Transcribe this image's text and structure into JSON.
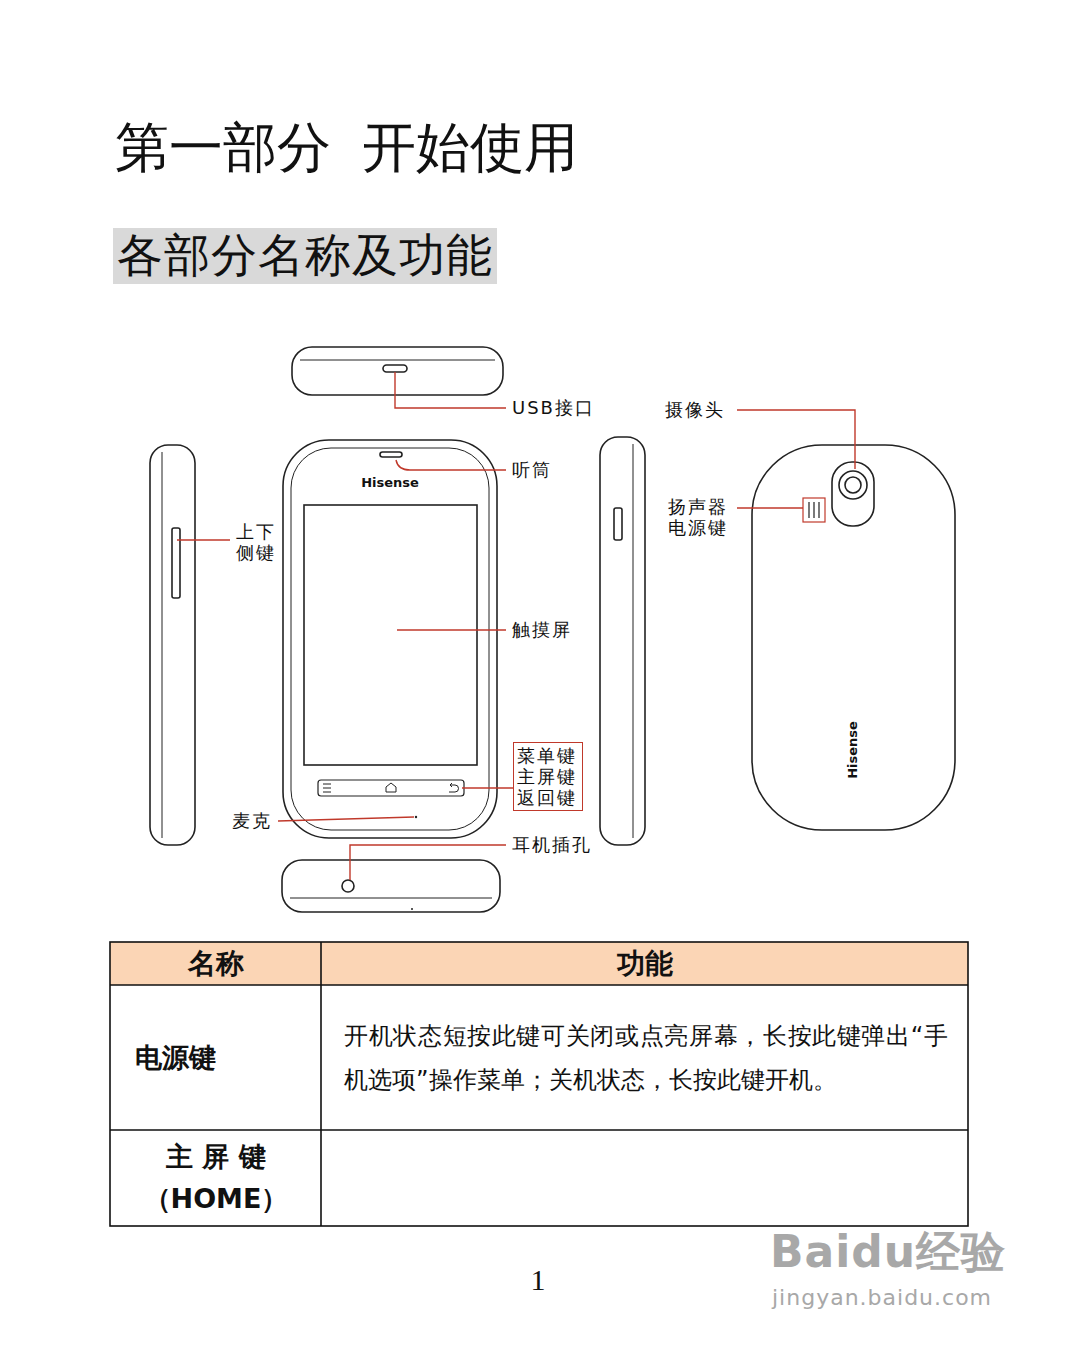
{
  "diagram": {
    "title": "第一部分 开始使用",
    "nodes": [
      {
        "text": [
          "各部分名称及功能"
        ]
      },
      {
        "text": [
          "菜单键 主屏键 返回键"
        ]
      }
    ],
    "labels": [
      "USB接口",
      "听筒",
      "摄像头",
      "扬声器",
      "电源键",
      "上下 侧键",
      "触摸屏",
      "麦克",
      "耳机插孔",
      "Hisense",
      "Hisense",
      "名称",
      "功能",
      "电源键",
      "开机状态短按此键可关闭或点亮屏幕，长按此键弹出“手机选项”操作菜单；关机状态，长按此键开机。",
      "主 屏 键 （HOME）",
      "1",
      "Baidu经验",
      "jingyan.baidu.com"
    ]
  }
}
